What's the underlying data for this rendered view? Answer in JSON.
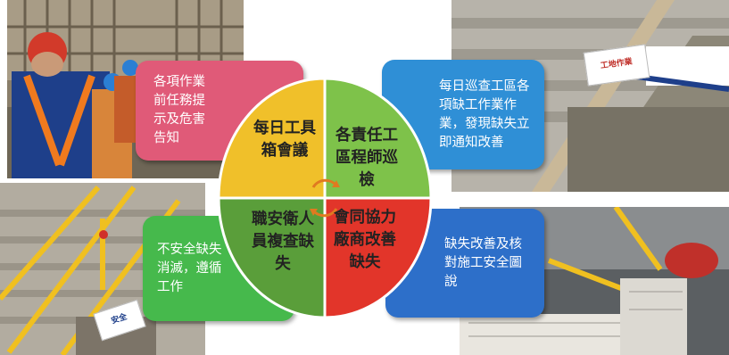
{
  "boxes": {
    "top_left": "各項作業前任務提示及危害告知",
    "top_right": "每日巡查工區各項缺工作業作業，發現缺失立即通知改善",
    "bottom_left": "不安全缺失消滅，遵循工作",
    "bottom_right": "缺失改善及核對施工安全圖說"
  },
  "cycle": {
    "q1": "每日工具箱會議",
    "q2": "各責任工區程師巡檢",
    "q3": "職安衛人員複查缺失",
    "q4": "會同協力廠商改善缺失"
  },
  "signs": {
    "top_right_sign": "工地作業",
    "bottom_left_sign": "安全"
  },
  "colors": {
    "pink": "#e05a78",
    "blue": "#2f8fd6",
    "green": "#46b94c",
    "blue_dark": "#2d6fc9",
    "yellow": "#f0c02a",
    "green_circle": "#7ec24a",
    "dark_green": "#5a9e3a",
    "red": "#e2352a"
  }
}
